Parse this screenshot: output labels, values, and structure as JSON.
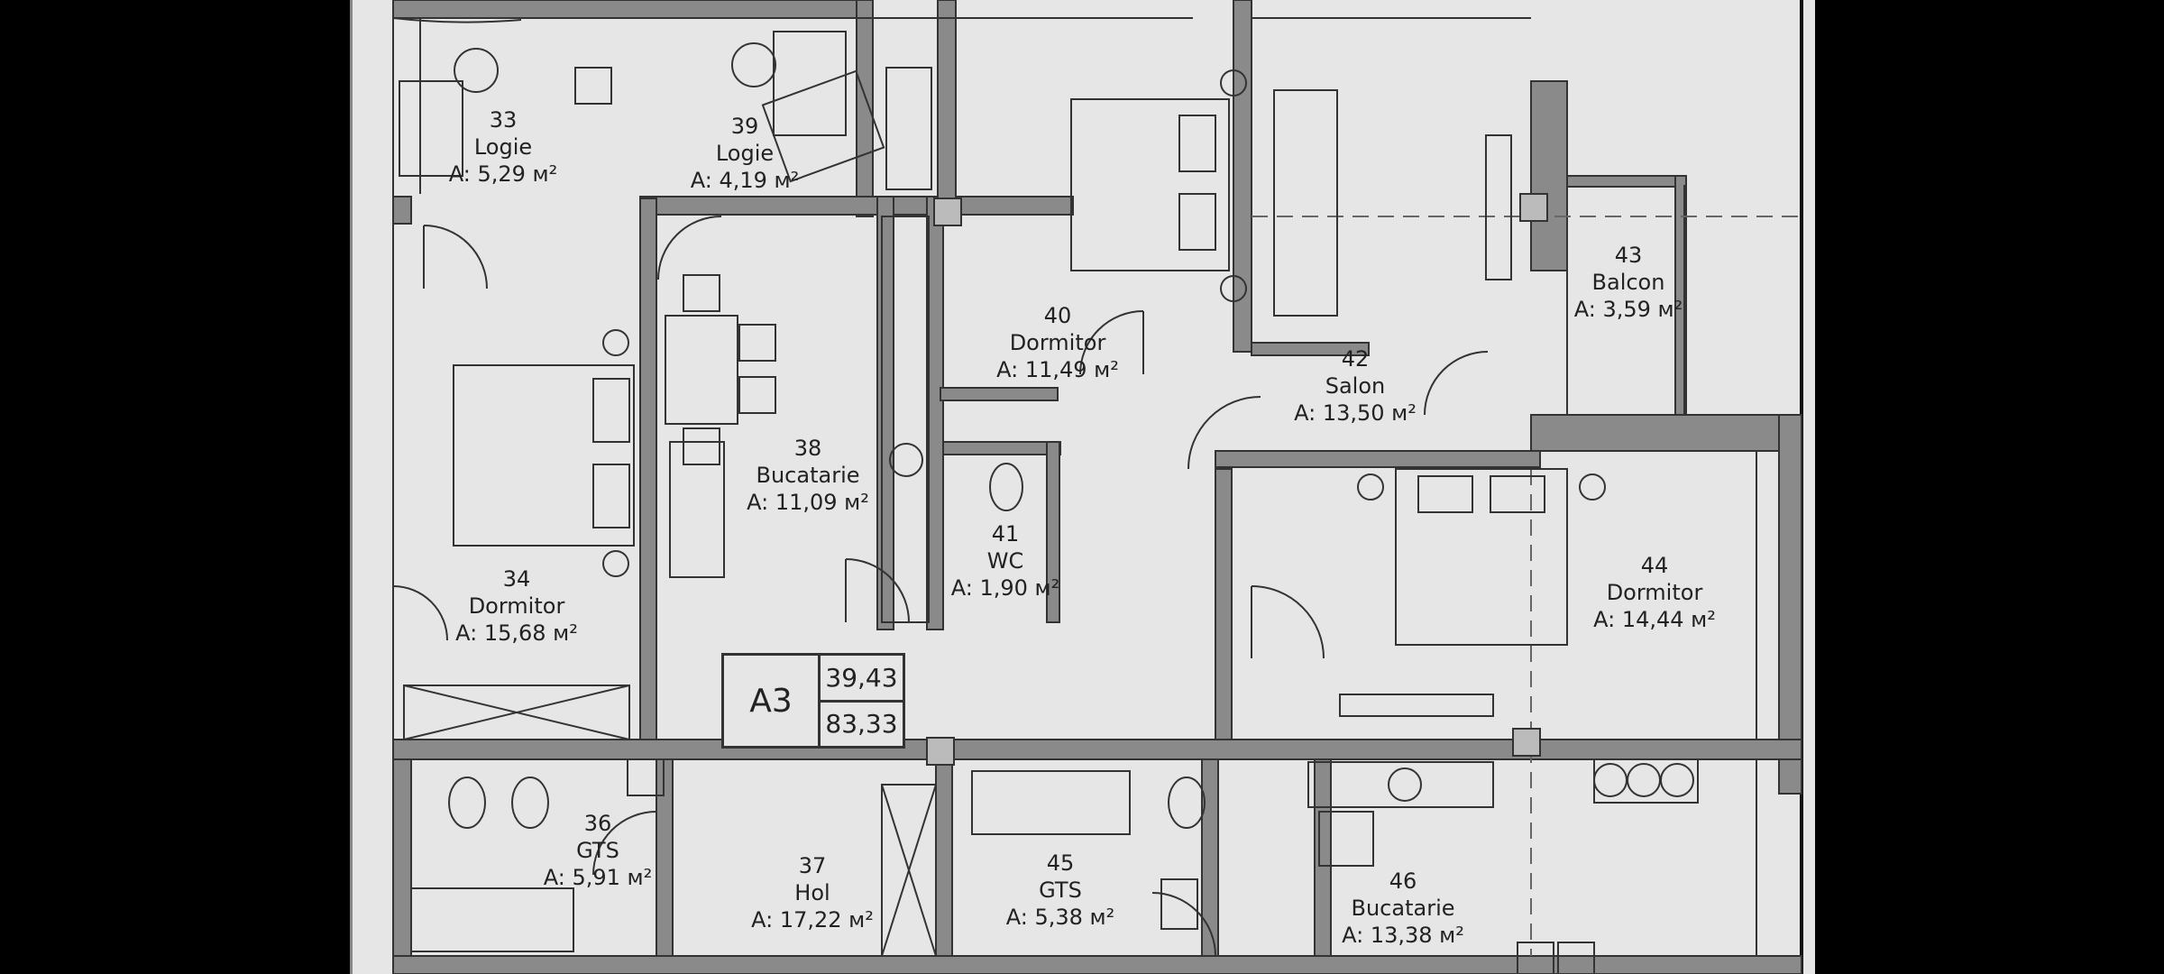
{
  "apartment": {
    "name": "A3",
    "value_top": "39,43",
    "value_bottom": "83,33"
  },
  "rooms": [
    {
      "num": "33",
      "name": "Logie",
      "area": "A: 5,29 м²"
    },
    {
      "num": "39",
      "name": "Logie",
      "area": "A: 4,19 м²"
    },
    {
      "num": "40",
      "name": "Dormitor",
      "area": "A: 11,49 м²"
    },
    {
      "num": "42",
      "name": "Salon",
      "area": "A: 13,50 м²"
    },
    {
      "num": "43",
      "name": "Balcon",
      "area": "A: 3,59 м²"
    },
    {
      "num": "38",
      "name": "Bucatarie",
      "area": "A: 11,09 м²"
    },
    {
      "num": "41",
      "name": "WC",
      "area": "A: 1,90 м²"
    },
    {
      "num": "34",
      "name": "Dormitor",
      "area": "A: 15,68 м²"
    },
    {
      "num": "44",
      "name": "Dormitor",
      "area": "A: 14,44 м²"
    },
    {
      "num": "36",
      "name": "GTS",
      "area": "A: 5,91 м²"
    },
    {
      "num": "37",
      "name": "Hol",
      "area": "A: 17,22 м²"
    },
    {
      "num": "45",
      "name": "GTS",
      "area": "A: 5,38 м²"
    },
    {
      "num": "46",
      "name": "Bucatarie",
      "area": "A: 13,38 м²"
    }
  ]
}
